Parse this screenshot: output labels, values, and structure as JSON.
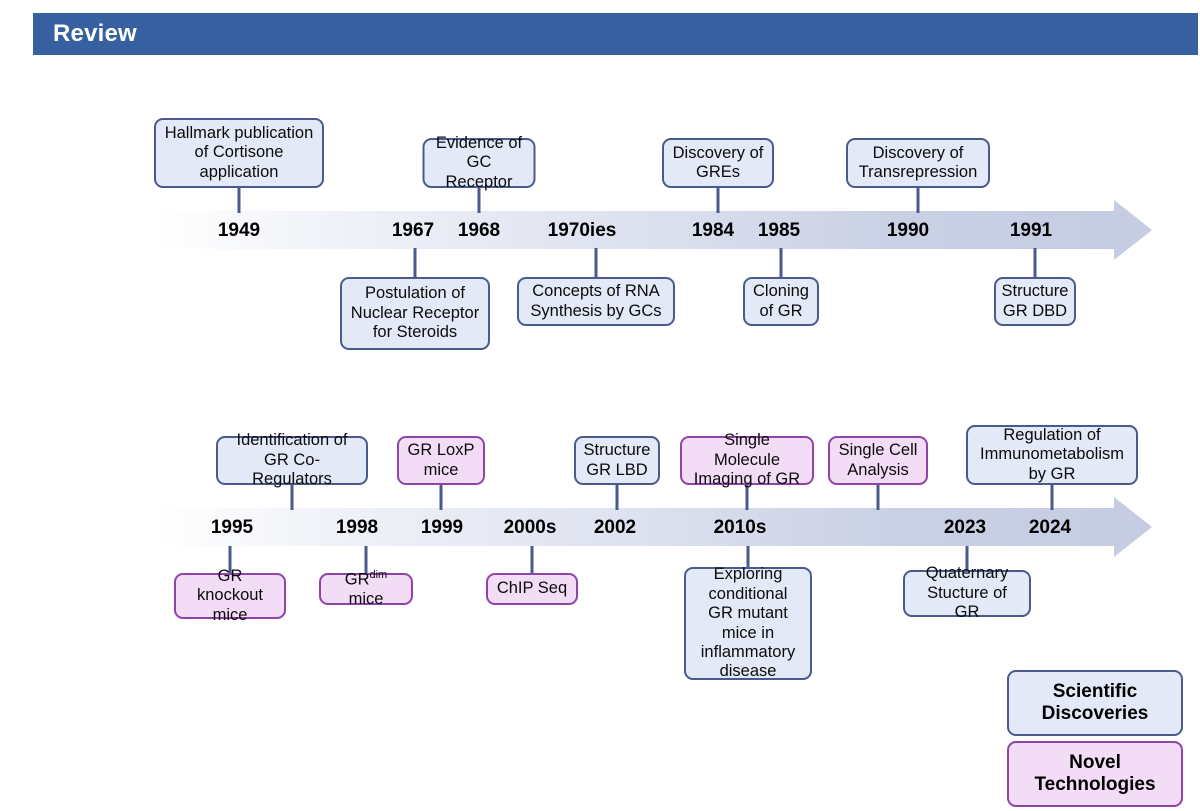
{
  "header": {
    "title": "Review",
    "bar_color": "#36609f"
  },
  "palette": {
    "scientific_fill": "#e4e9f7",
    "scientific_border": "#4a5a8c",
    "technology_fill": "#f3dcf6",
    "technology_border": "#8e44a8",
    "timeline_bar": "#c6cde2"
  },
  "timelines": [
    {
      "name": "timeline-1949-1991",
      "years": [
        "1949",
        "1967",
        "1968",
        "1970ies",
        "1984",
        "1985",
        "1990",
        "1991"
      ],
      "events_above": [
        {
          "label": "Hallmark publication of Cortisone application",
          "year": "1949",
          "category": "scientific"
        },
        {
          "label": "Evidence of GC Receptor",
          "year": "1968",
          "category": "scientific"
        },
        {
          "label": "Discovery of GREs",
          "year": "1984",
          "category": "scientific"
        },
        {
          "label": "Discovery of Transrepression",
          "year": "1990",
          "category": "scientific"
        }
      ],
      "events_below": [
        {
          "label": "Postulation of Nuclear Receptor for Steroids",
          "year": "1967",
          "category": "scientific"
        },
        {
          "label": "Concepts of RNA Synthesis by GCs",
          "year": "1970ies",
          "category": "scientific"
        },
        {
          "label": "Cloning of GR",
          "year": "1985",
          "category": "scientific"
        },
        {
          "label": "Structure GR DBD",
          "year": "1991",
          "category": "scientific"
        }
      ]
    },
    {
      "name": "timeline-1995-2024",
      "years": [
        "1995",
        "1998",
        "1999",
        "2000s",
        "2002",
        "2010s",
        "2023",
        "2024"
      ],
      "events_above": [
        {
          "label": "Identification of GR Co-Regulators",
          "year": "1995",
          "category": "scientific"
        },
        {
          "label": "GR LoxP mice",
          "year": "1999",
          "category": "technology"
        },
        {
          "label": "Structure GR LBD",
          "year": "2002",
          "category": "scientific"
        },
        {
          "label": "Single Molecule Imaging of GR",
          "year": "2010s",
          "category": "technology"
        },
        {
          "label": "Single Cell Analysis",
          "year": "2010s",
          "category": "technology"
        },
        {
          "label": "Regulation of Immunometabolism by GR",
          "year": "2024",
          "category": "scientific"
        }
      ],
      "events_below": [
        {
          "label": "GR knockout mice",
          "year": "1995",
          "category": "technology"
        },
        {
          "label": "GRdim mice",
          "label_main": "GR",
          "label_sup": "dim",
          "label_tail": " mice",
          "year": "1998",
          "category": "technology"
        },
        {
          "label": "ChIP Seq",
          "year": "2000s",
          "category": "technology"
        },
        {
          "label": "Exploring conditional GR mutant mice in inflammatory disease",
          "year": "2010s",
          "category": "scientific"
        },
        {
          "label": "Quaternary Stucture of GR",
          "year": "2023",
          "category": "scientific"
        }
      ]
    }
  ],
  "legend": {
    "scientific": "Scientific Discoveries",
    "technology": "Novel Technologies"
  }
}
